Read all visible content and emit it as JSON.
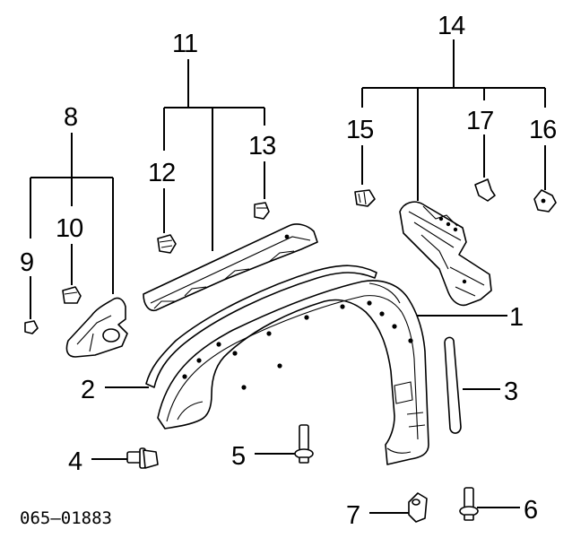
{
  "diagram": {
    "reference_code": "065—01883",
    "callouts": {
      "c1": "1",
      "c2": "2",
      "c3": "3",
      "c4": "4",
      "c5": "5",
      "c6": "6",
      "c7": "7",
      "c8": "8",
      "c9": "9",
      "c10": "10",
      "c11": "11",
      "c12": "12",
      "c13": "13",
      "c14": "14",
      "c15": "15",
      "c16": "16",
      "c17": "17"
    }
  }
}
